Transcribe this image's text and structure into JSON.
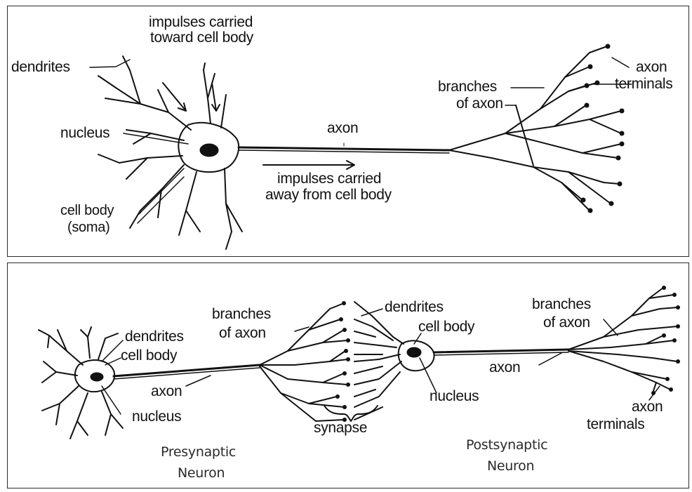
{
  "diagram": {
    "top_panel": {
      "labels": {
        "impulses_toward": [
          "impulses carried",
          "toward cell body"
        ],
        "dendrites": "dendrites",
        "nucleus": "nucleus",
        "cell_body": [
          "cell body",
          "(soma)"
        ],
        "axon": "axon",
        "impulses_away": [
          "impulses carried",
          "away from cell body"
        ],
        "branches_of_axon": [
          "branches",
          "of axon"
        ],
        "axon_terminals": [
          "axon",
          "terminals"
        ]
      }
    },
    "bottom_panel": {
      "labels": {
        "dendrites_left": "dendrites",
        "cell_body_left": "cell body",
        "axon_left": "axon",
        "nucleus_left": "nucleus",
        "branches_of_axon_mid": [
          "branches",
          "of axon"
        ],
        "dendrites_mid": "dendrites",
        "cell_body_mid": "cell body",
        "synapse": "synapse",
        "nucleus_mid": "nucleus",
        "axon_right": "axon",
        "branches_of_axon_right": [
          "branches",
          "of axon"
        ],
        "axon_terminals_right": [
          "axon",
          "terminals"
        ],
        "presynaptic": [
          "Presynaptic",
          "Neuron"
        ],
        "postsynaptic": [
          "Postsynaptic",
          "Neuron"
        ]
      }
    }
  }
}
